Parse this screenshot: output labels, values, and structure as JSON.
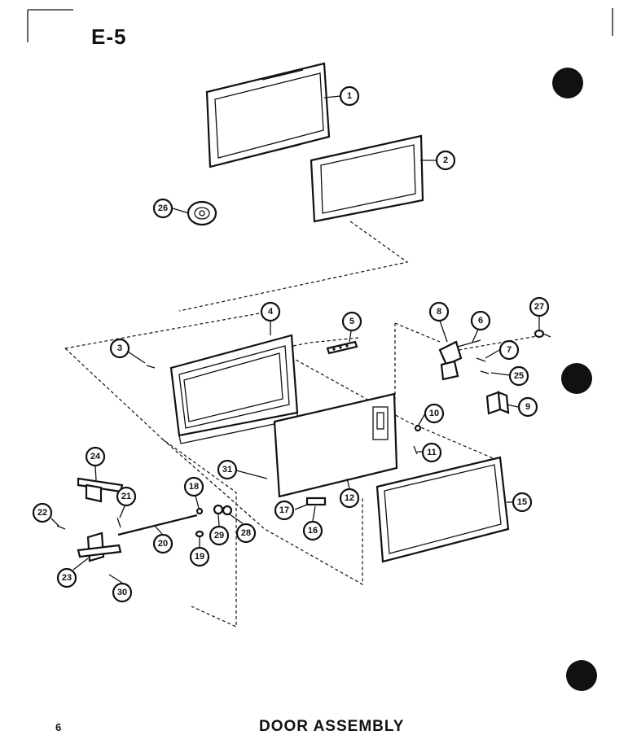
{
  "header": {
    "code": "E-5"
  },
  "footer": {
    "page_number": "6",
    "caption": "DOOR ASSEMBLY"
  },
  "callouts": {
    "c1": "1",
    "c2": "2",
    "c3": "3",
    "c4": "4",
    "c5": "5",
    "c6": "6",
    "c7": "7",
    "c8": "8",
    "c9": "9",
    "c10": "10",
    "c11": "11",
    "c12": "12",
    "c15": "15",
    "c16": "16",
    "c17": "17",
    "c18": "18",
    "c19": "19",
    "c20": "20",
    "c21": "21",
    "c22": "22",
    "c23": "23",
    "c24": "24",
    "c25": "25",
    "c26": "26",
    "c27": "27",
    "c28": "28",
    "c29": "29",
    "c30": "30",
    "c31": "31"
  }
}
